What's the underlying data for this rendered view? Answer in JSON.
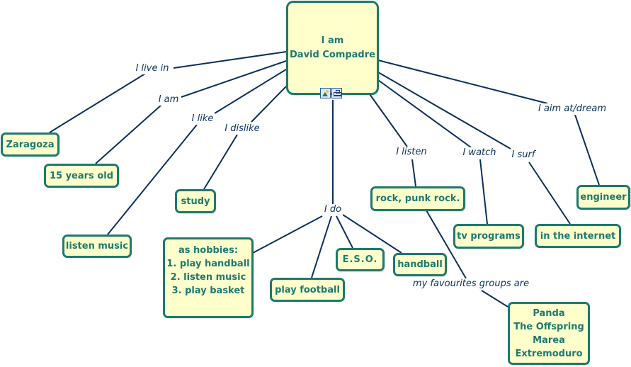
{
  "central": {
    "lines": [
      "I am",
      "David Compadre"
    ]
  },
  "center_icons": [
    {
      "name": "image-icon"
    },
    {
      "name": "hierarchy-icon"
    }
  ],
  "links": {
    "live_in": "I live in",
    "am": "I am",
    "like": "I like",
    "dislike": "I dislike",
    "do": "I do",
    "listen": "I listen",
    "watch": "I watch",
    "surf": "I surf",
    "aim": "I aim at/dream",
    "favourites": "my favourites groups are"
  },
  "nodes": {
    "zaragoza": "Zaragoza",
    "age": "15 years old",
    "study": "study",
    "listen_music": "listen music",
    "hobbies": [
      "as hobbies:",
      "1. play handball",
      "2. listen music",
      "3. play basket"
    ],
    "play_football": "play football",
    "eso": "E.S.O.",
    "handball": "handball",
    "rock": "rock, punk rock.",
    "tv": "tv programs",
    "internet": "in the internet",
    "engineer": "engineer",
    "groups": [
      "Panda",
      "The Offspring",
      "Marea",
      "Extremoduro"
    ]
  },
  "colors": {
    "node_fill": "#ffffcc",
    "node_border": "#1c7a70",
    "node_text": "#1c7a70",
    "link_line": "#0b2f5c"
  }
}
